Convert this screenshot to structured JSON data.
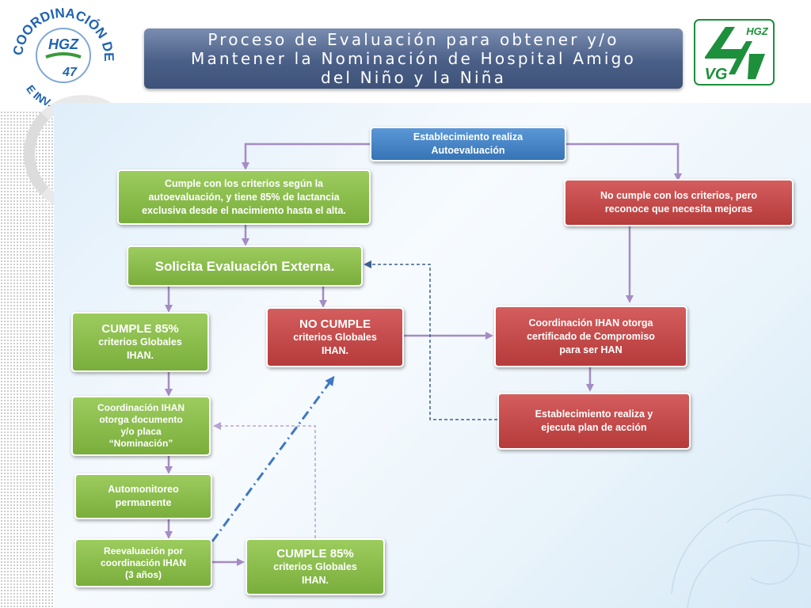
{
  "header": {
    "title_lines": [
      "Proceso de Evaluación para obtener y/o",
      "Mantener la Nominación de Hospital Amigo",
      "del Niño y la Niña"
    ],
    "logo_left_text": "COORDINACIÓN DE EDUCACIÓN E INV.",
    "logo_left_hgz": "HGZ",
    "logo_left_num": "47",
    "logo_right_top": "HGZ",
    "logo_right_bottom": "VG",
    "colors": {
      "title_bg": "#4a5f87",
      "logo_left_blue": "#1f63b0",
      "logo_right_green": "#1e8f3c"
    }
  },
  "flow": {
    "start": "Establecimiento realiza\nAutoevaluación",
    "cumple_criterios": "Cumple con los criterios según la\nautoevaluación, y tiene 85% de lactancia\nexclusiva desde el nacimiento hasta el alta.",
    "no_cumple_criterios": "No cumple con los criterios, pero\nreconoce que necesita mejoras",
    "solicita": "Solicita Evaluación Externa.",
    "cumple85_title": "CUMPLE 85%",
    "cumple85_sub": "criterios Globales\nIHAN.",
    "nocumple_title": "NO CUMPLE",
    "nocumple_sub": "criterios Globales\nIHAN.",
    "coord_certificado": "Coordinación  IHAN otorga\ncertificado de Compromiso\npara ser HAN",
    "coord_documento": "Coordinación IHAN\notorga documento\ny/o placa\n“Nominación”",
    "plan_accion": "Establecimiento realiza y\nejecuta plan de acción",
    "automonitoreo": "Automonitoreo\npermanente",
    "reevaluacion": "Reevaluación por\ncoordinación IHAN\n(3 años)",
    "cumple85b_title": "CUMPLE 85%",
    "cumple85b_sub": "criterios Globales\nIHAN.",
    "colors": {
      "green": "#8bbd4d",
      "red": "#c24a4a",
      "blue": "#4a86c8",
      "arrow": "#a58cc4",
      "dash": "#3e5f90"
    }
  }
}
